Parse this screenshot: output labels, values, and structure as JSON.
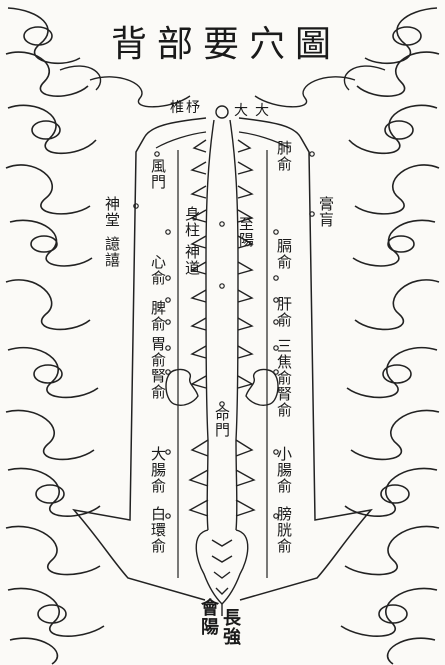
{
  "title": "背部要穴圖",
  "labels": {
    "dazhui_top": "大",
    "dazhui_bottom": "大",
    "dazhui_left": "椎杼",
    "feng_men": "風門",
    "fei_shu": "肺俞",
    "gao_huang": "膏肓",
    "shen_tang": "神堂",
    "xin_shu": "心俞",
    "yi_xi": "譩譆",
    "shen_zhu": "身柱",
    "shen_dao": "神道",
    "zhi_yang": "至陽",
    "ge_shu": "膈俞",
    "gan_shu": "肝俞",
    "pi_shu": "脾俞",
    "wei_shu": "胃俞",
    "san_jiao_shu": "三焦俞",
    "shen_shu_left": "腎俞",
    "shen_shu_right": "腎俞",
    "ming_men": "命門",
    "da_chang_shu": "大腸俞",
    "xiao_chang_shu": "小腸俞",
    "pang_guang_shu": "膀胱俞",
    "bai_huan_shu": "白環俞",
    "hui_yang": "會陽",
    "chang_qiang": "長強"
  }
}
